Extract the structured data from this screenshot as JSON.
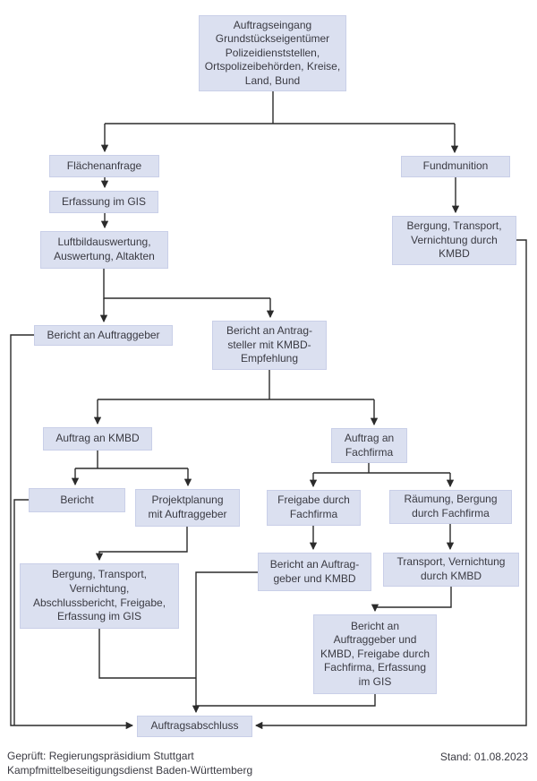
{
  "diagram": {
    "nodes": {
      "auftragseingang": {
        "label": "Auftragseingang\nGrundstückseigentümer\nPolizeidienststellen,\nOrtspolizeibehörden, Kreise,\nLand, Bund"
      },
      "flaechenanfrage": {
        "label": "Flächenanfrage"
      },
      "erfassung_gis": {
        "label": "Erfassung im GIS"
      },
      "luftbildauswertung": {
        "label": "Luftbildauswertung,\nAuswertung, Altakten"
      },
      "fundmunition": {
        "label": "Fundmunition"
      },
      "bergung_kmbd": {
        "label": "Bergung, Transport,\nVernichtung durch\nKMBD"
      },
      "bericht_auftraggeber": {
        "label": "Bericht an Auftraggeber"
      },
      "bericht_antragsteller": {
        "label": "Bericht an Antrag-\nsteller mit KMBD-\nEmpfehlung"
      },
      "auftrag_kmbd": {
        "label": "Auftrag an KMBD"
      },
      "auftrag_fachfirma": {
        "label": "Auftrag an\nFachfirma"
      },
      "bericht": {
        "label": "Bericht"
      },
      "projektplanung": {
        "label": "Projektplanung\nmit Auftraggeber"
      },
      "freigabe_fachfirma": {
        "label": "Freigabe durch\nFachfirma"
      },
      "raeumung_fachfirma": {
        "label": "Räumung, Bergung\ndurch Fachfirma"
      },
      "bergung_gross": {
        "label": "Bergung, Transport,\nVernichtung,\nAbschlussbericht, Freigabe,\nErfassung im GIS"
      },
      "bericht_auftraggeber_kmbd": {
        "label": "Bericht an Auftrag-\ngeber und KMBD"
      },
      "transport_vernichtung": {
        "label": "Transport, Vernichtung\ndurch KMBD"
      },
      "bericht_gross": {
        "label": "Bericht an\nAuftraggeber und\nKMBD, Freigabe durch\nFachfirma, Erfassung\nim GIS"
      },
      "auftragsabschluss": {
        "label": "Auftragsabschluss"
      }
    },
    "edges": [
      {
        "from": "auftragseingang",
        "to": "flaechenanfrage"
      },
      {
        "from": "auftragseingang",
        "to": "fundmunition"
      },
      {
        "from": "flaechenanfrage",
        "to": "erfassung_gis"
      },
      {
        "from": "erfassung_gis",
        "to": "luftbildauswertung"
      },
      {
        "from": "luftbildauswertung",
        "to": "bericht_auftraggeber"
      },
      {
        "from": "luftbildauswertung",
        "to": "bericht_antragsteller"
      },
      {
        "from": "fundmunition",
        "to": "bergung_kmbd"
      },
      {
        "from": "bergung_kmbd",
        "to": "auftragsabschluss"
      },
      {
        "from": "bericht_auftraggeber",
        "to": "auftragsabschluss"
      },
      {
        "from": "bericht_antragsteller",
        "to": "auftrag_kmbd"
      },
      {
        "from": "bericht_antragsteller",
        "to": "auftrag_fachfirma"
      },
      {
        "from": "auftrag_kmbd",
        "to": "bericht"
      },
      {
        "from": "auftrag_kmbd",
        "to": "projektplanung"
      },
      {
        "from": "bericht",
        "to": "auftragsabschluss"
      },
      {
        "from": "projektplanung",
        "to": "bergung_gross"
      },
      {
        "from": "bergung_gross",
        "to": "auftragsabschluss"
      },
      {
        "from": "auftrag_fachfirma",
        "to": "freigabe_fachfirma"
      },
      {
        "from": "auftrag_fachfirma",
        "to": "raeumung_fachfirma"
      },
      {
        "from": "freigabe_fachfirma",
        "to": "bericht_auftraggeber_kmbd"
      },
      {
        "from": "raeumung_fachfirma",
        "to": "transport_vernichtung"
      },
      {
        "from": "bericht_auftraggeber_kmbd",
        "to": "auftragsabschluss"
      },
      {
        "from": "transport_vernichtung",
        "to": "bericht_gross"
      },
      {
        "from": "bericht_gross",
        "to": "auftragsabschluss"
      }
    ]
  },
  "footer": {
    "checked_by": "Geprüft: Regierungspräsidium Stuttgart\nKampfmittelbeseitigungsdienst Baden-Württemberg",
    "status_date": "Stand: 01.08.2023"
  },
  "colors": {
    "node_fill": "#dbe0f0",
    "node_border": "#c9cfe8",
    "line": "#2b2b2b",
    "text": "#3a3a42"
  }
}
